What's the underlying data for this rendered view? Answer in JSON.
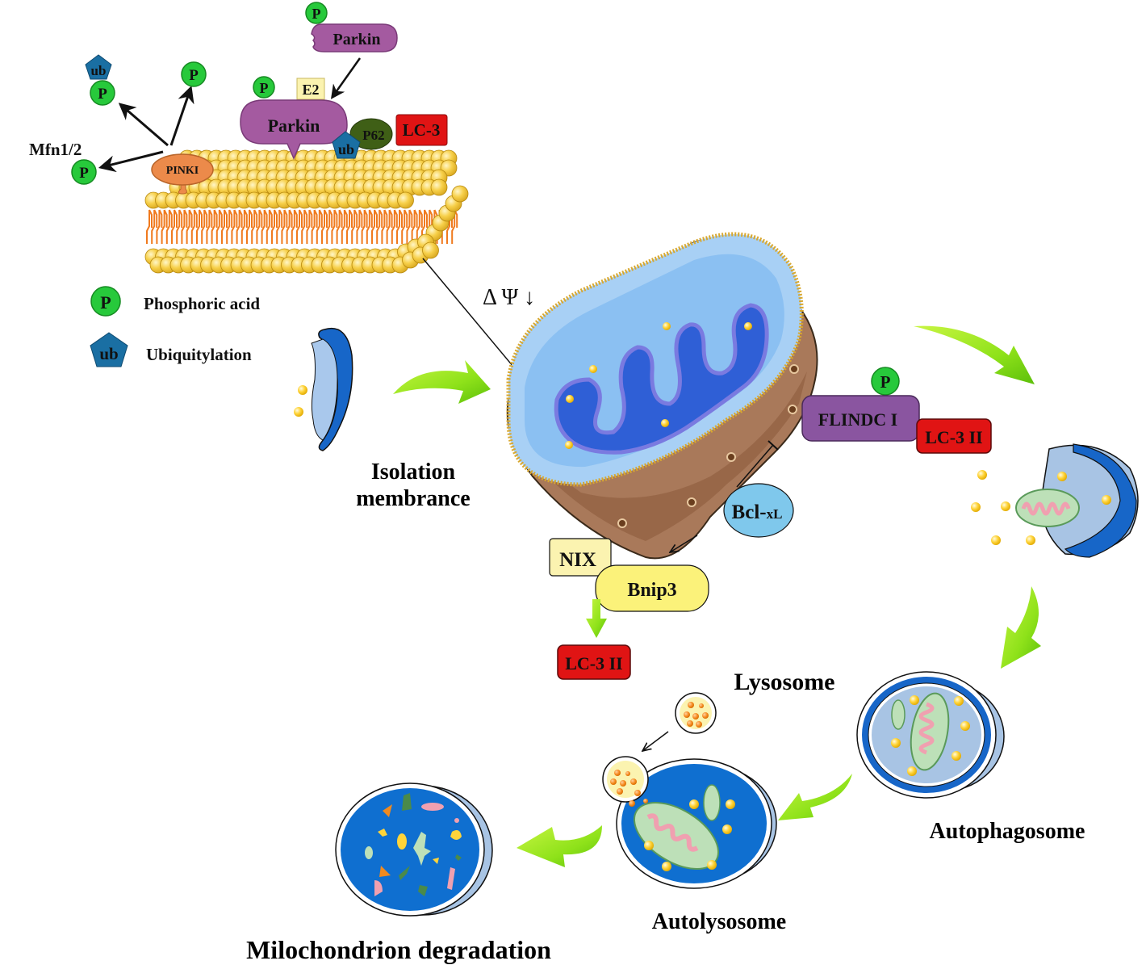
{
  "title": "Mitophagy pathway diagram",
  "colors": {
    "phospho": "#27c93b",
    "ub": "#1a6fa3",
    "parkin": "#a45aa0",
    "pink1": "#ec8a4a",
    "p62": "#3f5f16",
    "lc3": "#e01414",
    "e2": "#fbf3b0",
    "flindc": "#8a55a0",
    "bclxl": "#7fc8ec",
    "nix": "#fbf3b0",
    "bnip3": "#fbf27a",
    "arrow_green": "#8fe21a",
    "membrane_head": "#f5cb3c",
    "membrane_tail": "#f07a1e",
    "mito_outer": "#a8d0f5",
    "mito_cristae": "#2f5fd6",
    "mito_brown": "#a9795a",
    "vesicle_blue": "#0f6fd0"
  },
  "membrane_panel": {
    "pink1": "PINKI",
    "parkin_top": "Parkin",
    "parkin_main": "Parkin",
    "e2": "E2",
    "p62": "P62",
    "lc3": "LC-3",
    "ub": "ub",
    "p": "P",
    "mfn": "Mfn1/2"
  },
  "legend": {
    "items": [
      {
        "symbol": "P",
        "label": "Phosphoric acid"
      },
      {
        "symbol": "ub",
        "label": "Ubiquitylation"
      }
    ]
  },
  "mitochondrion": {
    "potential_label": "Δ Ψ ↓"
  },
  "receptors": {
    "flindc": "FLINDC I",
    "flindc_p": "P",
    "flindc_lc3": "LC-3 II",
    "bclxl_main": "Bcl-",
    "bclxl_sub": "xL",
    "nix": "NIX",
    "bnip3": "Bnip3",
    "bnip3_lc3": "LC-3 II"
  },
  "stages": {
    "isolation_line1": "Isolation",
    "isolation_line2": "membrance",
    "lysosome": "Lysosome",
    "autophagosome": "Autophagosome",
    "autolysosome": "Autolysosome",
    "degradation": "Milochondrion degradation"
  }
}
